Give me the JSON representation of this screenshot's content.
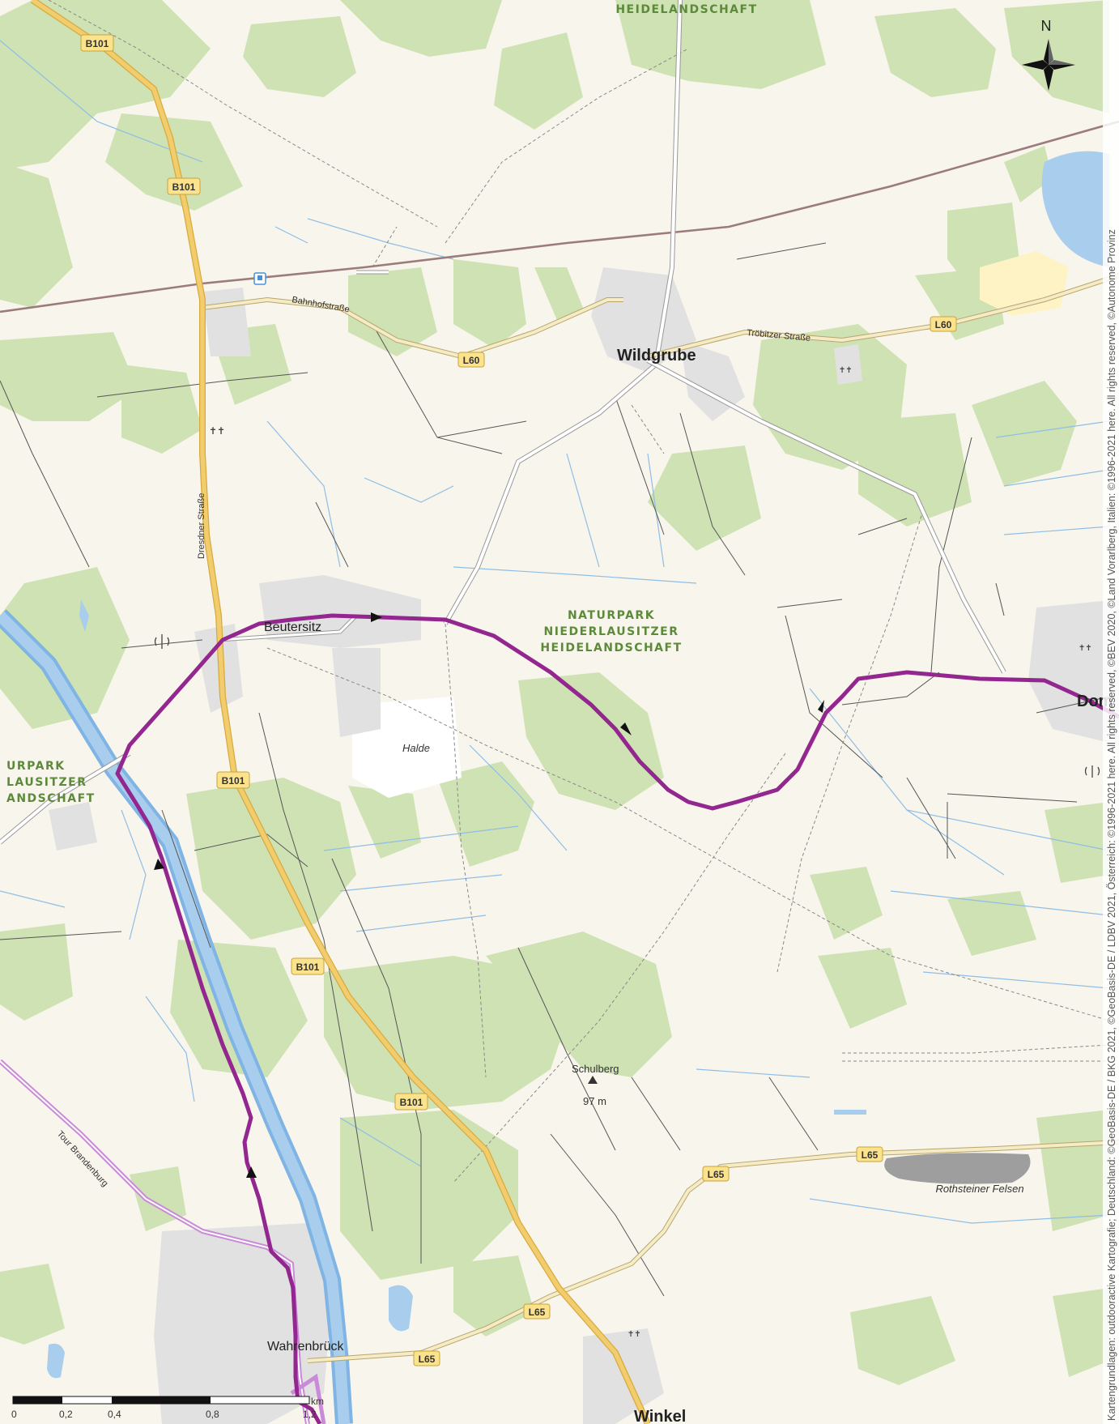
{
  "places": {
    "wildgrube": "Wildgrube",
    "beutersitz": "Beutersitz",
    "wahrenbrueck": "Wahrenbrück",
    "winkel": "Winkel",
    "domsdorf": "Dom"
  },
  "park": {
    "top": "HEIDELANDSCHAFT",
    "center_line1": "NATURPARK",
    "center_line2": "NIEDERLAUSITZER",
    "center_line3": "HEIDELANDSCHAFT",
    "left_line1": "URPARK",
    "left_line2": "LAUSITZER",
    "left_line3": "ANDSCHAFT"
  },
  "roads": {
    "b101": "B101",
    "l60": "L60",
    "l65": "L65"
  },
  "streets": {
    "bahnhofstrasse": "Bahnhofstraße",
    "troebitzer": "Tröbitzer Straße",
    "dresdner": "Dresdner Straße"
  },
  "features": {
    "halde": "Halde",
    "schulberg": "Schulberg",
    "schulberg_elev": "97 m",
    "rothsteiner": "Rothsteiner Felsen",
    "tour": "Tour Brandenburg"
  },
  "compass": {
    "north": "N"
  },
  "scale": {
    "labels": [
      "0",
      "0,2",
      "0,4",
      "0,8",
      "1,2"
    ],
    "unit": "km"
  },
  "attribution": "Kartengrundlagen: outdooractive Kartografie; Deutschland: ©GeoBasis-DE / BKG 2021, ©GeoBasis-DE / LDBV 2021, Österreich: ©1996-2021 here. All rights reserved, ©BEV 2020, ©Land Vorarlberg, Italien: ©1996-2021 here. All rights reserved, ©Autonome Provinz",
  "colors": {
    "background": "#f8f6ec",
    "forest": "#cfe2b4",
    "water": "#a9cdec",
    "river": "#7fb4e4",
    "route": "#93278f",
    "tour_route": "#c98ad7",
    "major_road": "#f2cd6e",
    "settlement": "#e1e1e1",
    "railway": "#9c7b7b"
  }
}
